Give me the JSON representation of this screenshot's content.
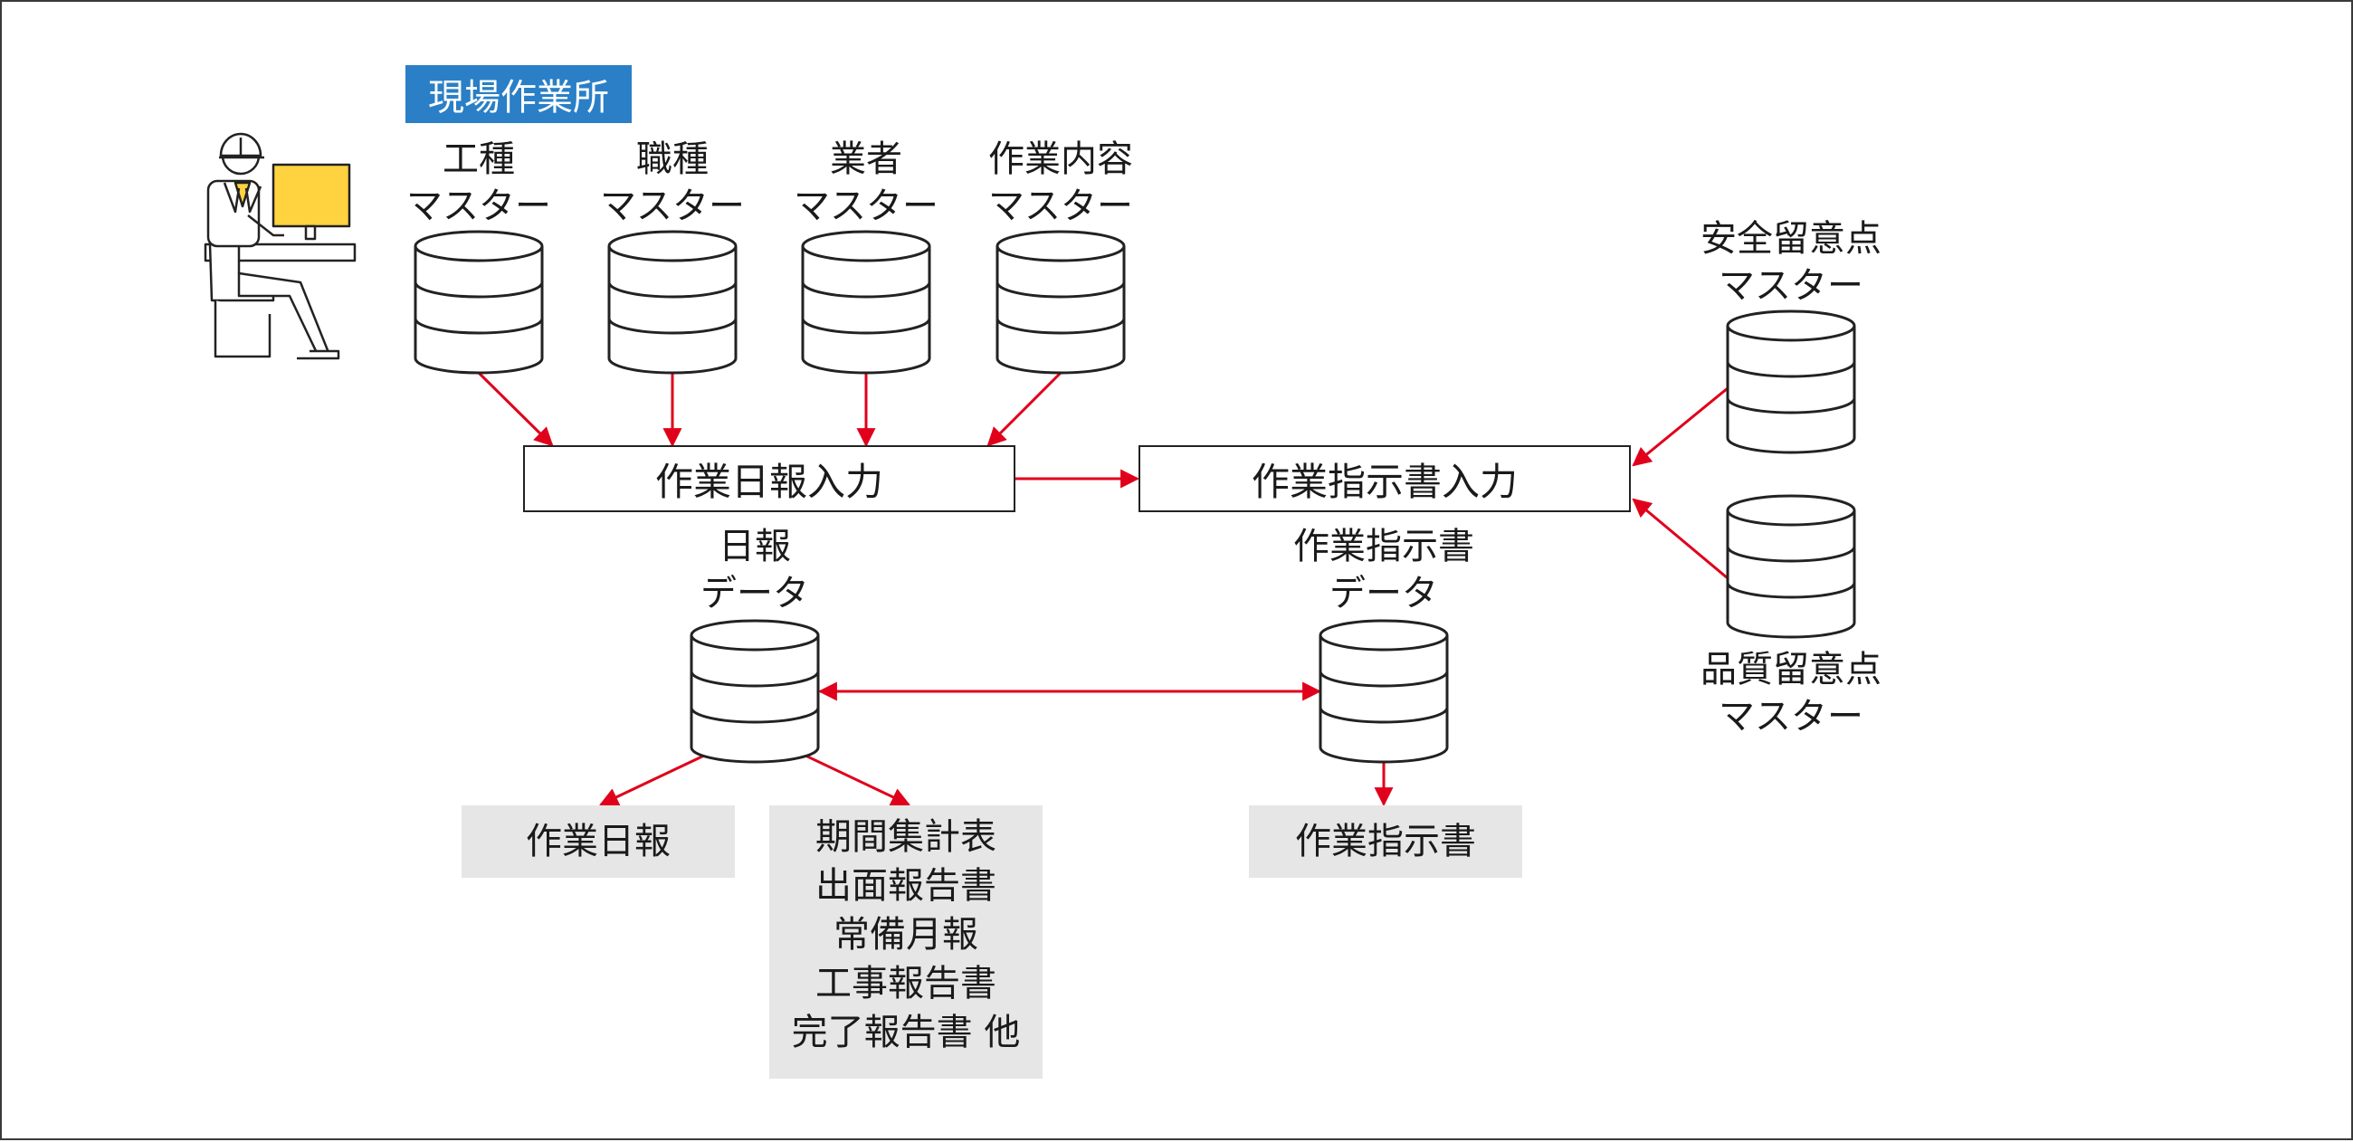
{
  "site_label": "現場作業所",
  "masters": {
    "koshu": "工種\nマスター",
    "shokushu": "職種\nマスター",
    "gyosha": "業者\nマスター",
    "sagyo_naiyo": "作業内容\nマスター",
    "anzen": "安全留意点\nマスター",
    "hinshitsu": "品質留意点\nマスター"
  },
  "processes": {
    "nippo_input": "作業日報入力",
    "shijisho_input": "作業指示書入力"
  },
  "data_stores": {
    "nippo_data": "日報\nデータ",
    "shijisho_data": "作業指示書\nデータ"
  },
  "outputs": {
    "sagyo_nippo": "作業日報",
    "reports": "期間集計表\n出面報告書\n常備月報\n工事報告書\n完了報告書 他",
    "sagyo_shijisho": "作業指示書"
  },
  "colors": {
    "arrow": "#e0001b",
    "site_badge": "#2a7fc6",
    "output_box": "#e6e6e6",
    "monitor": "#ffd23f",
    "stroke": "#222222"
  }
}
